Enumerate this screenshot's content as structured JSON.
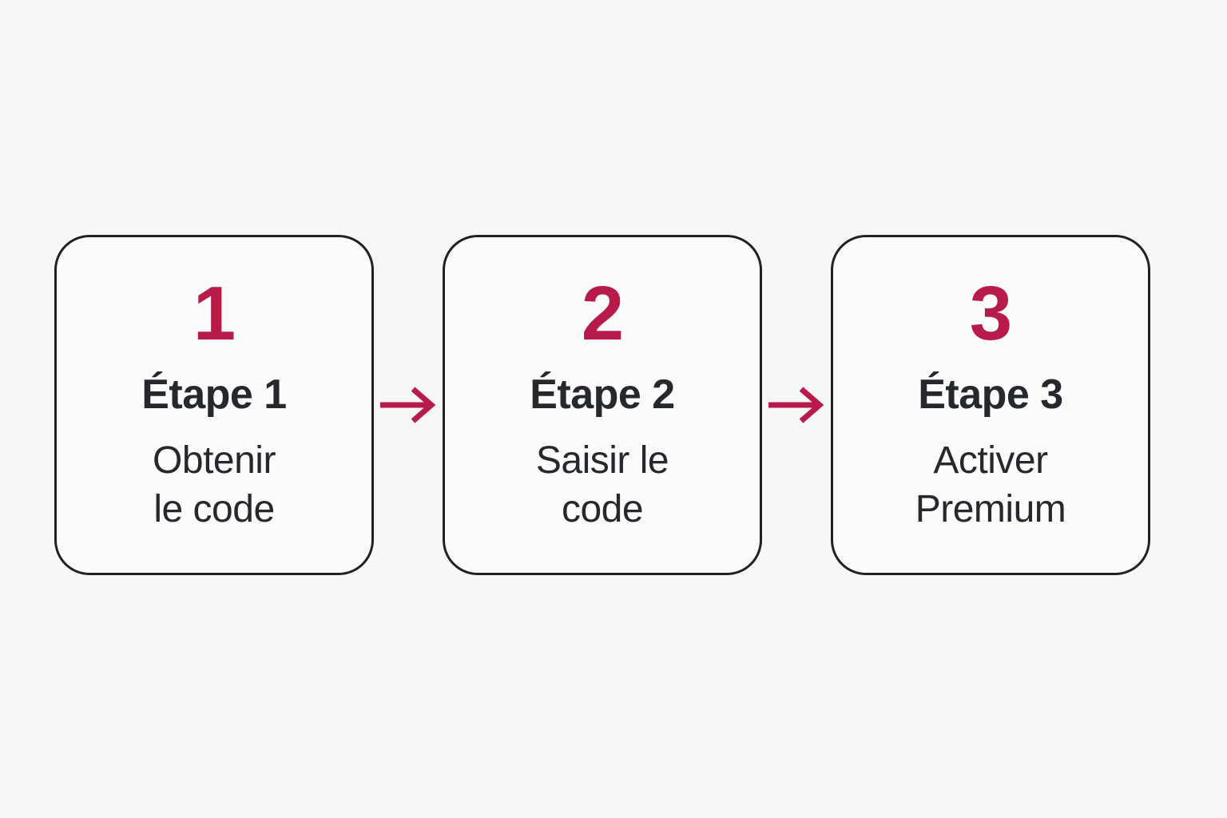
{
  "theme": {
    "page_background": "#f7f7f7",
    "card_background": "#fbfbfb",
    "card_border": "#1f2124",
    "accent": "#b81a4a",
    "text": "#25282c",
    "arrow": "#b81a4a"
  },
  "diagram": {
    "type": "process-steps",
    "direction": "left-to-right",
    "step_count": 3,
    "steps": [
      {
        "number": "1",
        "title": "Étape 1",
        "description": "Obtenir le code",
        "description_lines": [
          "Obtenir",
          "le code"
        ]
      },
      {
        "number": "2",
        "title": "Étape 2",
        "description": "Saisir le code",
        "description_lines": [
          "Saisir le",
          "code"
        ]
      },
      {
        "number": "3",
        "title": "Étape 3",
        "description": "Activer Premium",
        "description_lines": [
          "Activer",
          "Premium"
        ]
      }
    ],
    "connectors": [
      {
        "icon": "arrow-right-icon"
      },
      {
        "icon": "arrow-right-icon"
      }
    ]
  }
}
